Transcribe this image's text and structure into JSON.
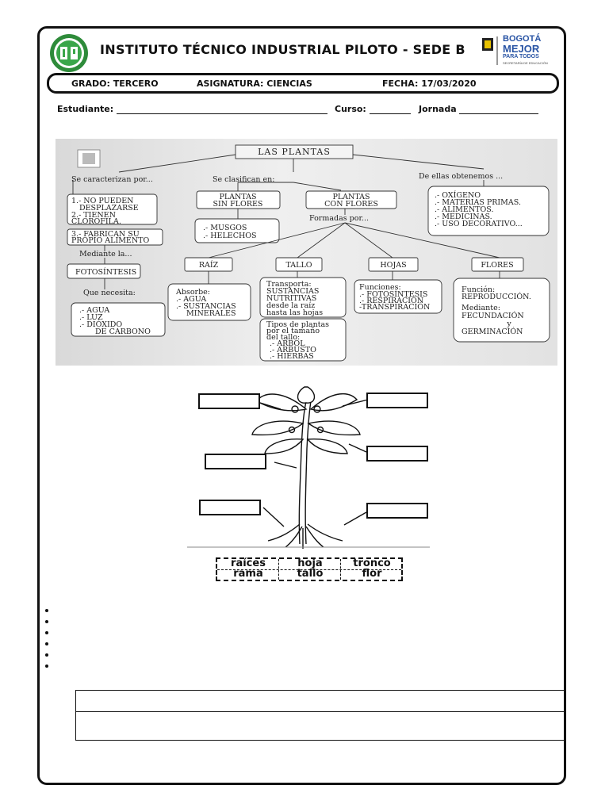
{
  "header": {
    "school_title": "INSTITUTO TÉCNICO INDUSTRIAL PILOTO - SEDE B",
    "logo_left_icon": "school-crest-icon",
    "logo_right": {
      "bogota_top": "BOGOTÁ",
      "bogota_mid": "MEJOR",
      "bogota_bottom": "PARA TODOS",
      "secretaria": "SECRETARÍA DE EDUCACIÓN"
    }
  },
  "info_bar": {
    "grado": "GRADO: TERCERO",
    "asignatura": "ASIGNATURA: CIENCIAS",
    "fecha": "FECHA: 17/03/2020"
  },
  "student_row": {
    "estudiante": "Estudiante:",
    "curso": "Curso:",
    "jornada": "Jornada"
  },
  "mindmap": {
    "title": "LAS PLANTAS",
    "left_head": "Se caracterizan por...",
    "left_box1": [
      "1.- NO PUEDEN",
      "DESPLAZARSE",
      "2.- TIENEN",
      "CLOROFILA."
    ],
    "left_box2": [
      "3.- FABRICAN SU",
      "PROPIO ALIMENTO"
    ],
    "mediante": "Mediante la...",
    "fotosintesis": "FOTOSÍNTESIS",
    "que_necesita": "Que necesita:",
    "needs": [
      ".- AGUA",
      ".- LUZ",
      ".- DIÓXIDO",
      "DE CARBONO"
    ],
    "mid_head": "Se clasifican en:",
    "sin_flores": [
      "PLANTAS",
      "SIN FLORES"
    ],
    "con_flores": [
      "PLANTAS",
      "CON FLORES"
    ],
    "sin_flores_items": [
      ".- MUSGOS",
      ".- HELECHOS"
    ],
    "formadas_por": "Formadas por...",
    "parts": [
      "RAÍZ",
      "TALLO",
      "HOJAS",
      "FLORES"
    ],
    "raiz_text": [
      "Absorbe:",
      ".- AGUA",
      ".- SUSTANCIAS",
      "MINERALES"
    ],
    "tallo_text": [
      "Transporta:",
      "SUSTANCIAS",
      "NUTRITIVAS",
      "desde la raíz",
      "hasta las hojas"
    ],
    "tallo_types": [
      "Tipos de plantas",
      "por el tamaño",
      "del tallo:",
      ".- ARBOL",
      ".- ARBUSTO",
      ".- HIERBAS"
    ],
    "hojas_text": [
      "Funciones:",
      ".- FOTOSÍNTESIS",
      ".- RESPIRACIÓN",
      "-TRANSPIRACIÓN"
    ],
    "flores_text": [
      "Función:",
      "REPRODUCCIÓN.",
      "Mediante:",
      "FECUNDACIÓN",
      "y",
      "GERMINACIÓN"
    ],
    "right_head": "De ellas obtenemos ...",
    "obtain": [
      ".- OXÍGENO",
      ".- MATERIAS PRIMAS.",
      ".- ALIMENTOS.",
      ".- MEDICINAS.",
      ".- USO DECORATIVO..."
    ]
  },
  "word_bank": {
    "row1": [
      "raíces",
      "hoja",
      "tronco"
    ],
    "row2": [
      "rama",
      "tallo",
      "flor"
    ]
  },
  "colors": {
    "ink": "#111111",
    "logo_green": "#2e8b3a",
    "bogota_blue": "#2a55a5"
  }
}
